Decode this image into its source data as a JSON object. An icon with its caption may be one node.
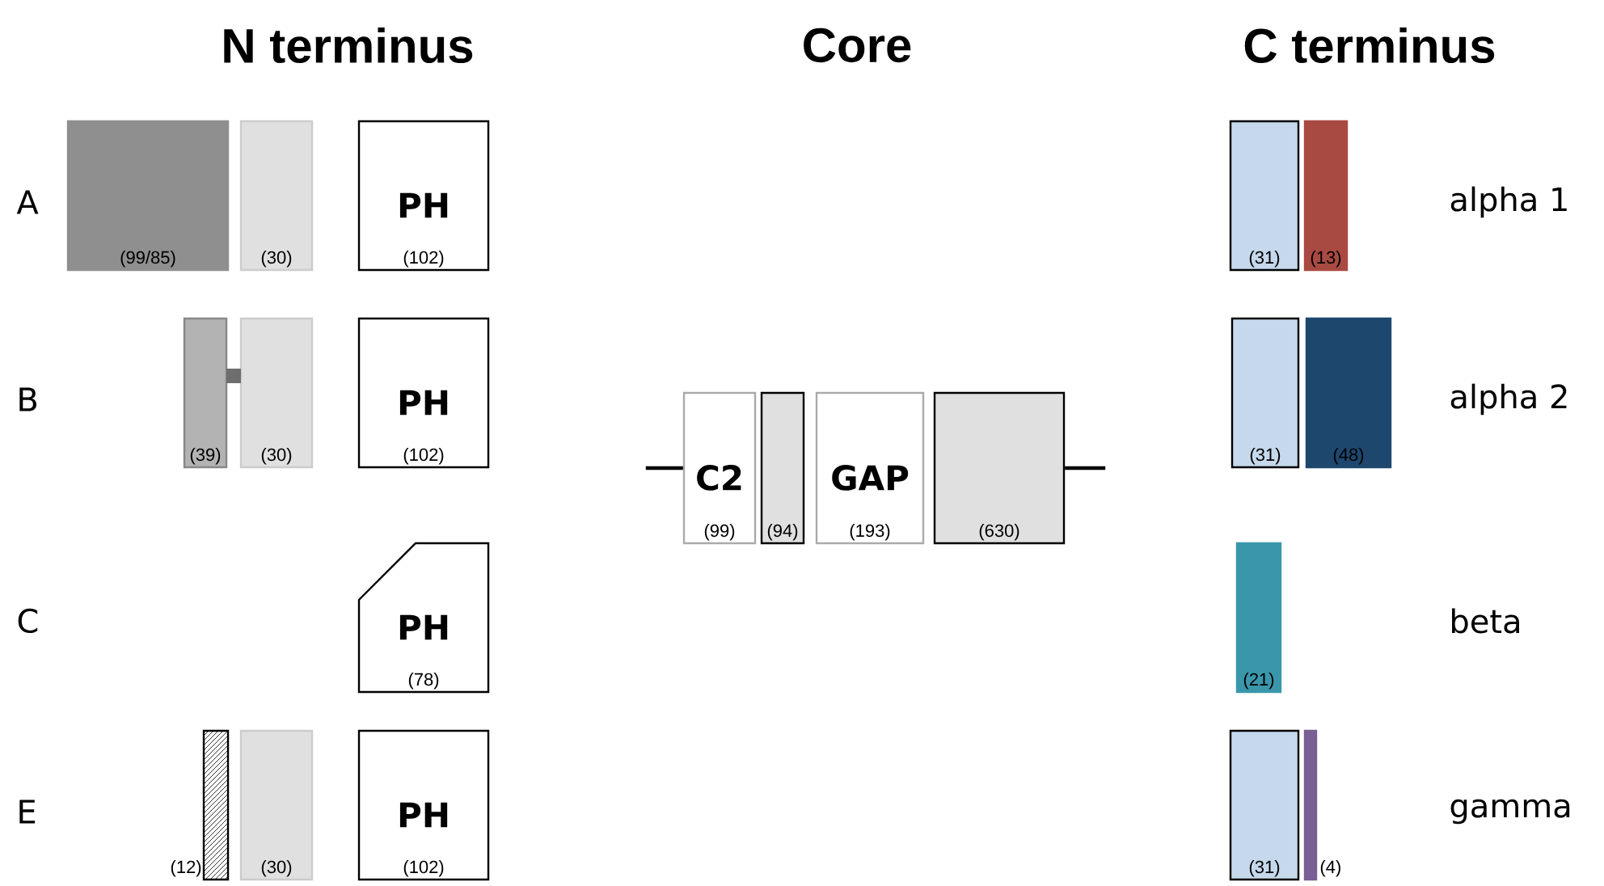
{
  "diagram": {
    "nodes": [
      {
        "text": [
          "(99/85)"
        ]
      },
      {
        "text": [
          "(30)"
        ]
      },
      {
        "text": [
          "PH",
          "(102)"
        ]
      },
      {
        "text": [
          "(31)"
        ]
      },
      {
        "text": [
          "(13)"
        ]
      },
      {
        "text": [
          "(39)"
        ]
      },
      {
        "text": [
          "(30)"
        ]
      },
      {
        "text": [
          "PH",
          "(102)"
        ]
      },
      {
        "text": [
          "C2",
          "(99)"
        ]
      },
      {
        "text": [
          "(94)"
        ]
      },
      {
        "text": [
          "GAP",
          "(193)"
        ]
      },
      {
        "text": [
          "(630)"
        ]
      },
      {
        "text": [
          "(31)"
        ]
      },
      {
        "text": [
          "(48)"
        ]
      },
      {
        "text": [
          "PH",
          "(78)"
        ]
      },
      {
        "text": [
          "(21)"
        ]
      },
      {
        "text": [],
        "shape": "box",
        "beside": [
          "(12)"
        ]
      },
      {
        "text": [
          "(30)"
        ]
      },
      {
        "text": [
          "PH",
          "(102)"
        ]
      },
      {
        "text": [
          "(31)"
        ]
      },
      {
        "text": [],
        "shape": "bar",
        "beside": [
          "(4)"
        ]
      }
    ],
    "edges": [
      {
        "from": null,
        "to": 8,
        "arrow": "none"
      },
      {
        "from": 11,
        "to": null,
        "arrow": "none"
      }
    ],
    "labels": [
      "N terminus",
      "Core",
      "C terminus",
      "A",
      "alpha 1",
      "B",
      "alpha 2",
      "C",
      "beta",
      "E",
      "gamma"
    ]
  }
}
